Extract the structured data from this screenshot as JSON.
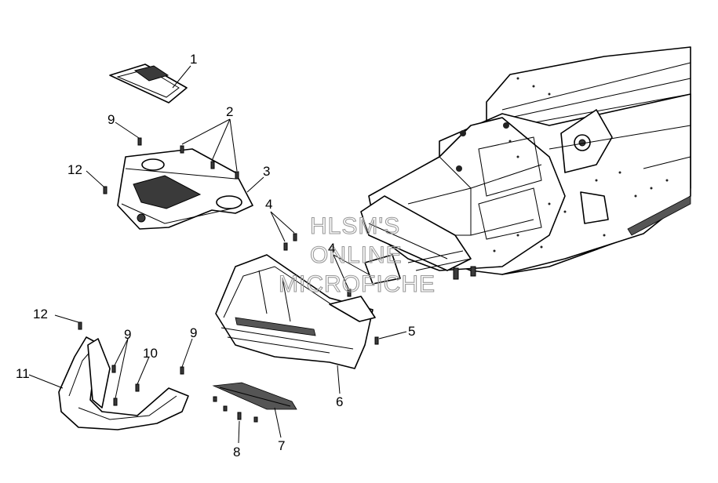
{
  "callouts": [
    {
      "id": "c1",
      "label": "1"
    },
    {
      "id": "c2",
      "label": "2"
    },
    {
      "id": "c3",
      "label": "3"
    },
    {
      "id": "c4a",
      "label": "4"
    },
    {
      "id": "c4b",
      "label": "4"
    },
    {
      "id": "c5",
      "label": "5"
    },
    {
      "id": "c6",
      "label": "6"
    },
    {
      "id": "c7",
      "label": "7"
    },
    {
      "id": "c8",
      "label": "8"
    },
    {
      "id": "c9a",
      "label": "9"
    },
    {
      "id": "c9b",
      "label": "9"
    },
    {
      "id": "c9c",
      "label": "9"
    },
    {
      "id": "c10",
      "label": "10"
    },
    {
      "id": "c11",
      "label": "11"
    },
    {
      "id": "c12a",
      "label": "12"
    },
    {
      "id": "c12b",
      "label": "12"
    }
  ],
  "watermark": {
    "line1": "HLSM'S",
    "line2": "ONLINE",
    "line3": "MICROFICHE"
  }
}
